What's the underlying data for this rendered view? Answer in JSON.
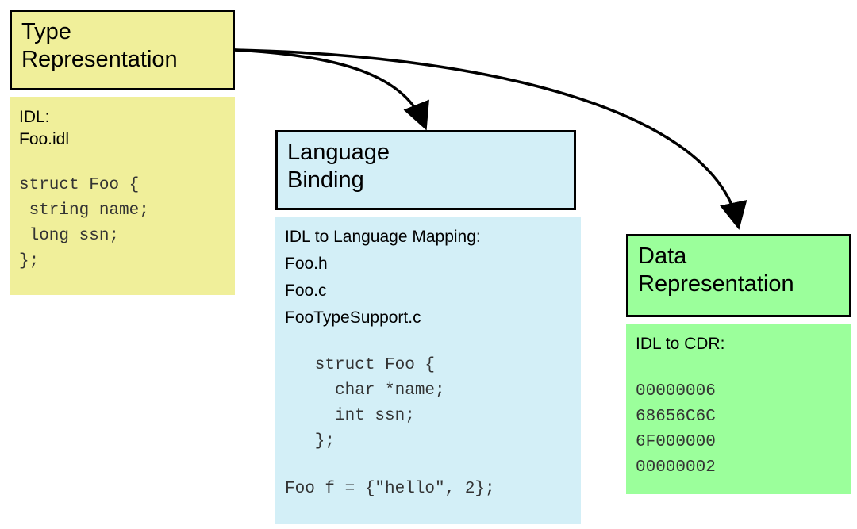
{
  "type_rep": {
    "title_lines": [
      "Type",
      "Representation"
    ],
    "label_lines": [
      "IDL:",
      "Foo.idl"
    ],
    "code_lines": [
      "struct Foo {",
      " string name;",
      " long ssn;",
      "};"
    ]
  },
  "lang_binding": {
    "title_lines": [
      "Language",
      "Binding"
    ],
    "label_lines": [
      "IDL to Language Mapping:",
      "Foo.h",
      "Foo.c",
      "FooTypeSupport.c"
    ],
    "code_lines": [
      "   struct Foo {",
      "     char *name;",
      "     int ssn;",
      "   };"
    ],
    "init_line": "Foo f = {\"hello\", 2};"
  },
  "data_rep": {
    "title_lines": [
      "Data",
      "Representation"
    ],
    "label_lines": [
      "IDL to CDR:"
    ],
    "hex_lines": [
      "00000006",
      "68656C6C",
      "6F000000",
      "00000002"
    ]
  },
  "colors": {
    "yellow": "#f0ef9a",
    "blue": "#d3eff7",
    "green": "#9bff9b",
    "arrow": "#000000"
  }
}
